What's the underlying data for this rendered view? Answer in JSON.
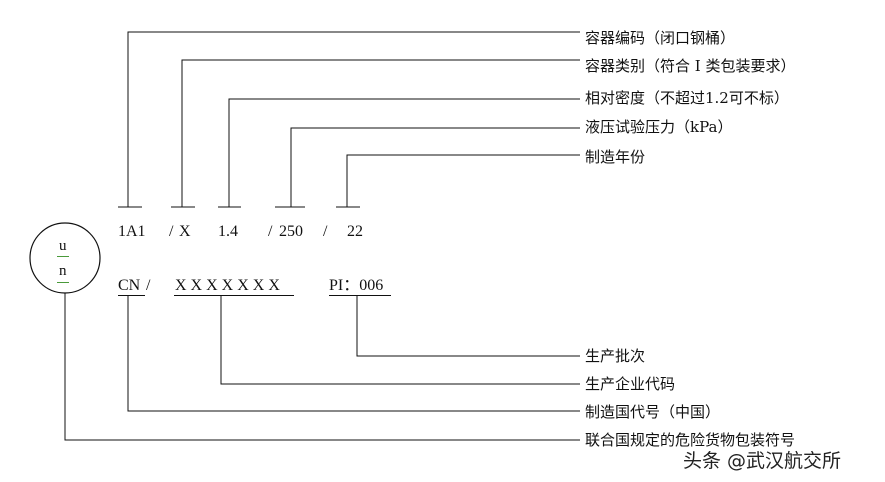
{
  "mark": {
    "line1": "1A1",
    "slash1": "/",
    "level": "X",
    "density": "1.4",
    "slash2": "/",
    "pressure": "250",
    "slash3": "/",
    "year": "22",
    "line2_country": "CN",
    "slash4": "/",
    "manufacturer": "X X X X X X X",
    "pi": "PI：006"
  },
  "un_symbol": {
    "top": "u",
    "bottom": "n"
  },
  "labels": {
    "container_code": "容器编码（闭口钢桶）",
    "container_category": "容器类别（符合 I 类包装要求）",
    "relative_density": "相对密度（不超过1.2可不标）",
    "hydraulic_test_pressure": "液压试验压力（kPa）",
    "year_of_manufacture": "制造年份",
    "production_batch": "生产批次",
    "manufacturer_code": "生产企业代码",
    "country_code": "制造国代号（中国）",
    "un_mark": "联合国规定的危险货物包装符号"
  },
  "watermark": "头条 @武汉航交所"
}
